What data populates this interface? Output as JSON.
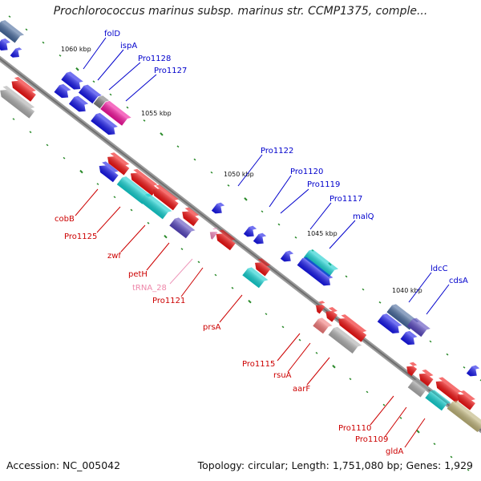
{
  "title": "Prochlorococcus marinus subsp. marinus str. CCMP1375, comple...",
  "footer": {
    "accession": "Accession: NC_005042",
    "summary": "Topology: circular; Length: 1,751,080 bp; Genes: 1,929"
  },
  "colors": {
    "forward_label": "#0000cc",
    "reverse_label": "#cc0000",
    "trna_label": "#ee88aa",
    "backbone": "#888888",
    "tick": "#2a8a2a"
  },
  "scale": {
    "ticks": [
      "1060 kbp",
      "1055 kbp",
      "1050 kbp",
      "1045 kbp",
      "1040 kbp"
    ]
  },
  "genes_forward": [
    {
      "name": "folD"
    },
    {
      "name": "ispA"
    },
    {
      "name": "Pro1128"
    },
    {
      "name": "Pro1127"
    },
    {
      "name": "Pro1122"
    },
    {
      "name": "Pro1120"
    },
    {
      "name": "Pro1119"
    },
    {
      "name": "Pro1117"
    },
    {
      "name": "malQ"
    },
    {
      "name": "ldcC"
    },
    {
      "name": "cdsA"
    }
  ],
  "genes_reverse": [
    {
      "name": "cobB"
    },
    {
      "name": "Pro1125"
    },
    {
      "name": "zwf"
    },
    {
      "name": "petH"
    },
    {
      "name": "tRNA_28"
    },
    {
      "name": "Pro1121"
    },
    {
      "name": "prsA"
    },
    {
      "name": "Pro1115"
    },
    {
      "name": "rsuA"
    },
    {
      "name": "aarF"
    },
    {
      "name": "Pro1110"
    },
    {
      "name": "Pro1109"
    },
    {
      "name": "gldA"
    }
  ]
}
